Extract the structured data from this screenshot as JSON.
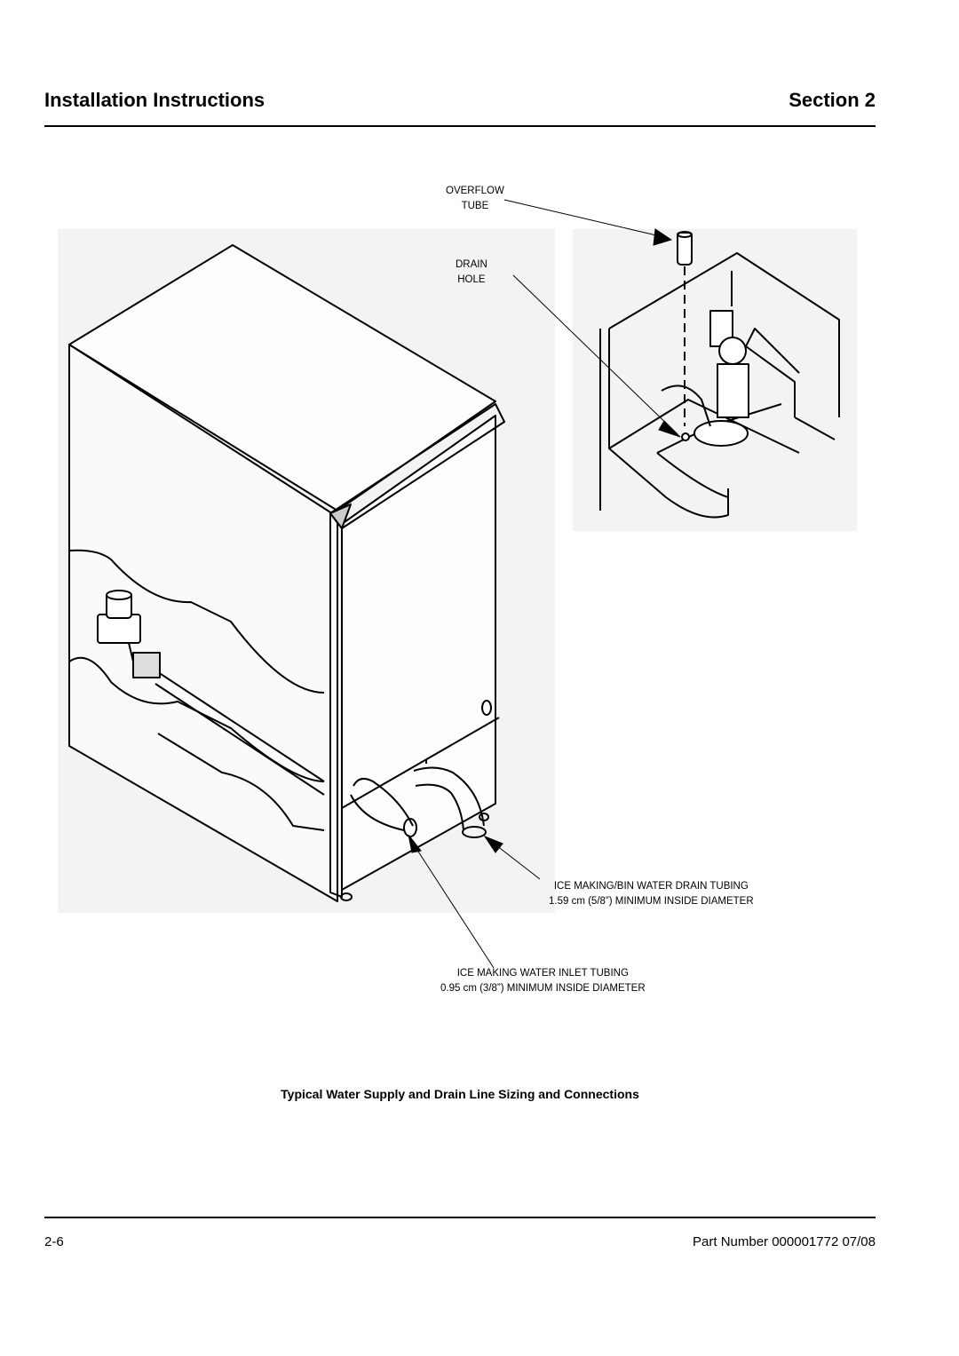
{
  "header": {
    "title": "Installation Instructions",
    "section": "Section 2"
  },
  "figure": {
    "labels": {
      "overflow_tube": [
        "OVERFLOW",
        "TUBE"
      ],
      "drain_hole": [
        "DRAIN",
        "HOLE"
      ],
      "drain_tubing": [
        "ICE MAKING/BIN WATER DRAIN TUBING",
        "1.59 cm (5/8”) MINIMUM INSIDE DIAMETER"
      ],
      "inlet_tubing": [
        "ICE MAKING WATER INLET TUBING",
        "0.95 cm (3/8”) MINIMUM INSIDE DIAMETER"
      ]
    },
    "caption": "Typical Water Supply and Drain Line Sizing and Connections"
  },
  "footer": {
    "page_number": "2-6",
    "part_number": "Part Number 000001772 07/08"
  }
}
